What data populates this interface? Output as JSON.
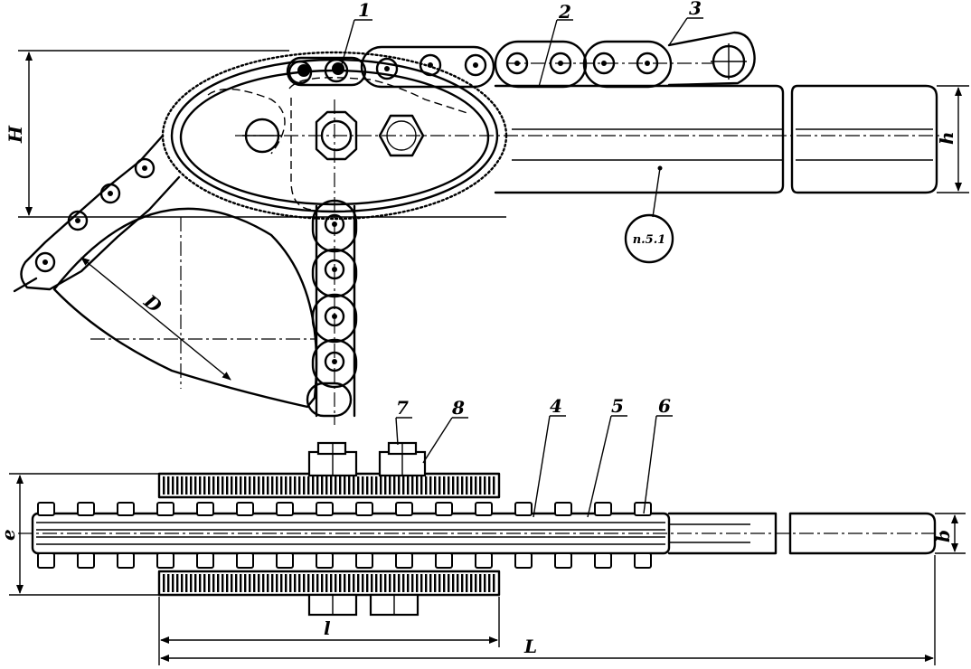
{
  "labels": {
    "part_1": "1",
    "part_2": "2",
    "part_3": "3",
    "part_4": "4",
    "part_5": "5",
    "part_6": "6",
    "part_7": "7",
    "part_8": "8",
    "dim_H": "H",
    "dim_h": "h",
    "dim_D": "D",
    "dim_l": "l",
    "dim_L": "L",
    "dim_b": "b",
    "dim_e": "e",
    "note": "п.5.1"
  }
}
